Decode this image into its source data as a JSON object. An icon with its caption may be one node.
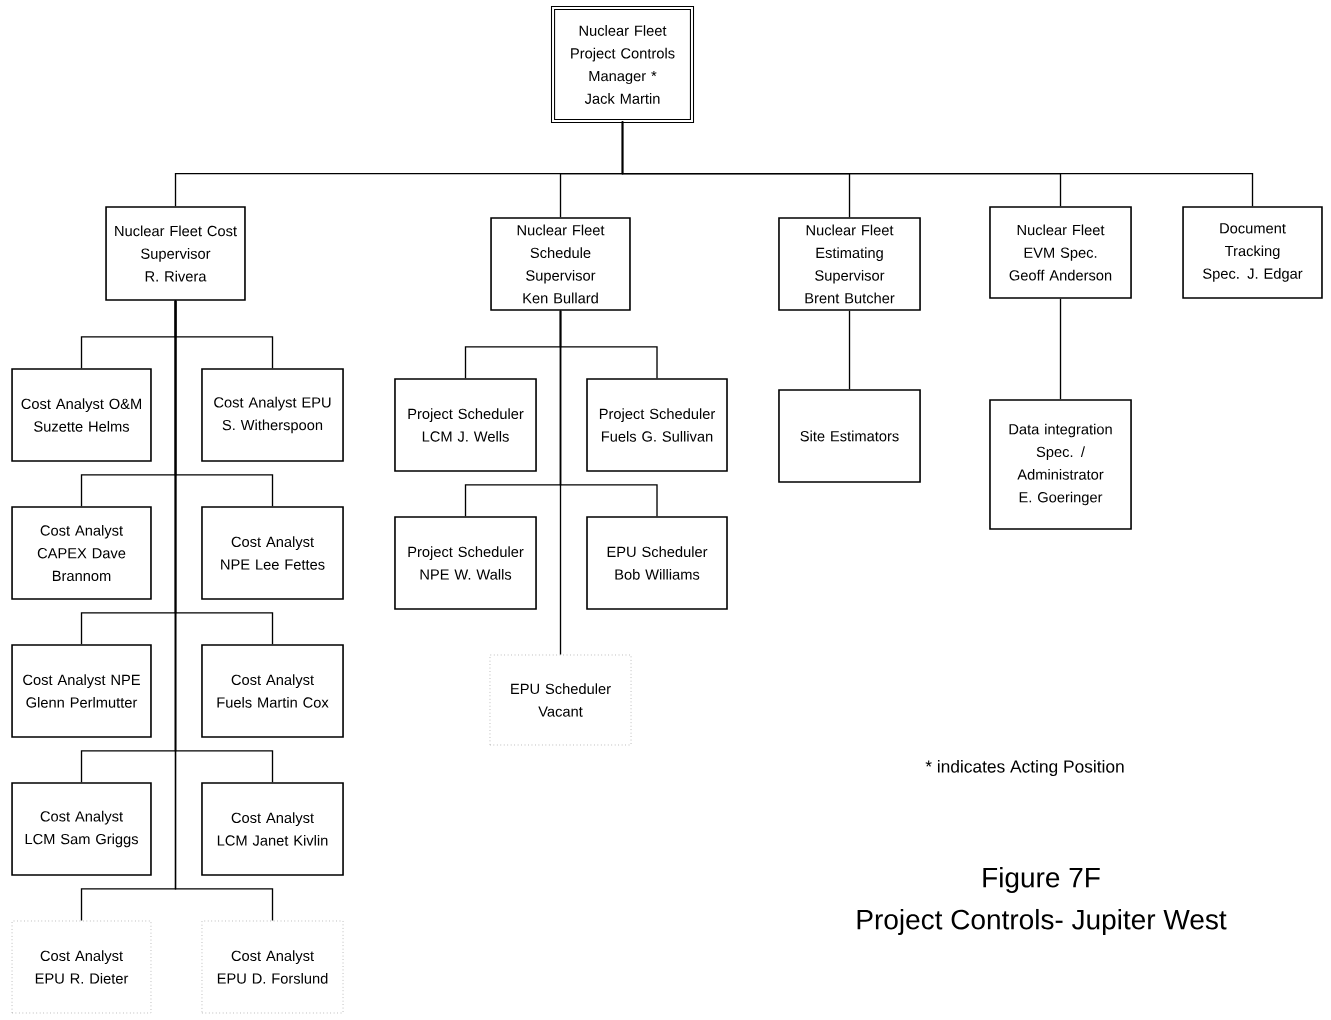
{
  "diagram": {
    "title": "Figure 7F",
    "caption": "Project Controls- Jupiter West",
    "nodes": [
      {
        "text": [
          "Nuclear Fleet Project Controls Manager * Jack Martin"
        ]
      },
      {
        "text": [
          "Nuclear Fleet Cost Supervisor R. Rivera"
        ]
      },
      {
        "text": [
          "Nuclear Fleet Schedule Supervisor Ken Bullard"
        ]
      },
      {
        "text": [
          "Nuclear Fleet Estimating Supervisor Brent Butcher"
        ]
      },
      {
        "text": [
          "Nuclear Fleet EVM Spec. Geoff Anderson"
        ]
      },
      {
        "text": [
          "Document Tracking Spec. J. Edgar"
        ]
      },
      {
        "text": [
          "Cost Analyst O&M Suzette Helms"
        ]
      },
      {
        "text": [
          "Cost Analyst EPU S. Witherspoon"
        ]
      },
      {
        "text": [
          "Cost Analyst CAPEX Dave Brannom"
        ]
      },
      {
        "text": [
          "Cost Analyst NPE Lee Fettes"
        ]
      },
      {
        "text": [
          "Cost Analyst NPE Glenn Perlmutter"
        ]
      },
      {
        "text": [
          "Cost Analyst Fuels Martin Cox"
        ]
      },
      {
        "text": [
          "Cost Analyst LCM Sam Griggs"
        ]
      },
      {
        "text": [
          "Cost Analyst LCM Janet Kivlin"
        ]
      },
      {
        "text": [
          "Cost Analyst EPU R. Dieter"
        ]
      },
      {
        "text": [
          "Cost Analyst EPU D. Forslund"
        ]
      },
      {
        "text": [
          "Project Scheduler LCM J. Wells"
        ]
      },
      {
        "text": [
          "Project Scheduler Fuels G. Sullivan"
        ]
      },
      {
        "text": [
          "Project Scheduler NPE W. Walls"
        ]
      },
      {
        "text": [
          "EPU Scheduler Bob Williams"
        ]
      },
      {
        "text": [
          "EPU Scheduler Vacant"
        ]
      },
      {
        "text": [
          "Site Estimators"
        ]
      },
      {
        "text": [
          "Data integration Spec. / Administrator E. Goeringer"
        ]
      }
    ],
    "edges": [
      {
        "from": 0,
        "to": 1,
        "arrow": "none"
      },
      {
        "from": 0,
        "to": 2,
        "arrow": "none"
      },
      {
        "from": 0,
        "to": 3,
        "arrow": "none"
      },
      {
        "from": 0,
        "to": 4,
        "arrow": "none"
      },
      {
        "from": 0,
        "to": 5,
        "arrow": "none"
      },
      {
        "from": 1,
        "to": 6,
        "arrow": "none"
      },
      {
        "from": 1,
        "to": 7,
        "arrow": "none"
      },
      {
        "from": 1,
        "to": 8,
        "arrow": "none"
      },
      {
        "from": 1,
        "to": 9,
        "arrow": "none"
      },
      {
        "from": 1,
        "to": 10,
        "arrow": "none"
      },
      {
        "from": 1,
        "to": 11,
        "arrow": "none"
      },
      {
        "from": 1,
        "to": 12,
        "arrow": "none"
      },
      {
        "from": 1,
        "to": 13,
        "arrow": "none"
      },
      {
        "from": 1,
        "to": 14,
        "arrow": "none"
      },
      {
        "from": 1,
        "to": 15,
        "arrow": "none"
      },
      {
        "from": 2,
        "to": 16,
        "arrow": "none"
      },
      {
        "from": 2,
        "to": 17,
        "arrow": "none"
      },
      {
        "from": 2,
        "to": 18,
        "arrow": "none"
      },
      {
        "from": 2,
        "to": 19,
        "arrow": "none"
      },
      {
        "from": 2,
        "to": 20,
        "arrow": "none"
      },
      {
        "from": 3,
        "to": 21,
        "arrow": "none"
      },
      {
        "from": 4,
        "to": 22,
        "arrow": "none"
      }
    ],
    "labels": [
      "* indicates Acting Position"
    ]
  }
}
